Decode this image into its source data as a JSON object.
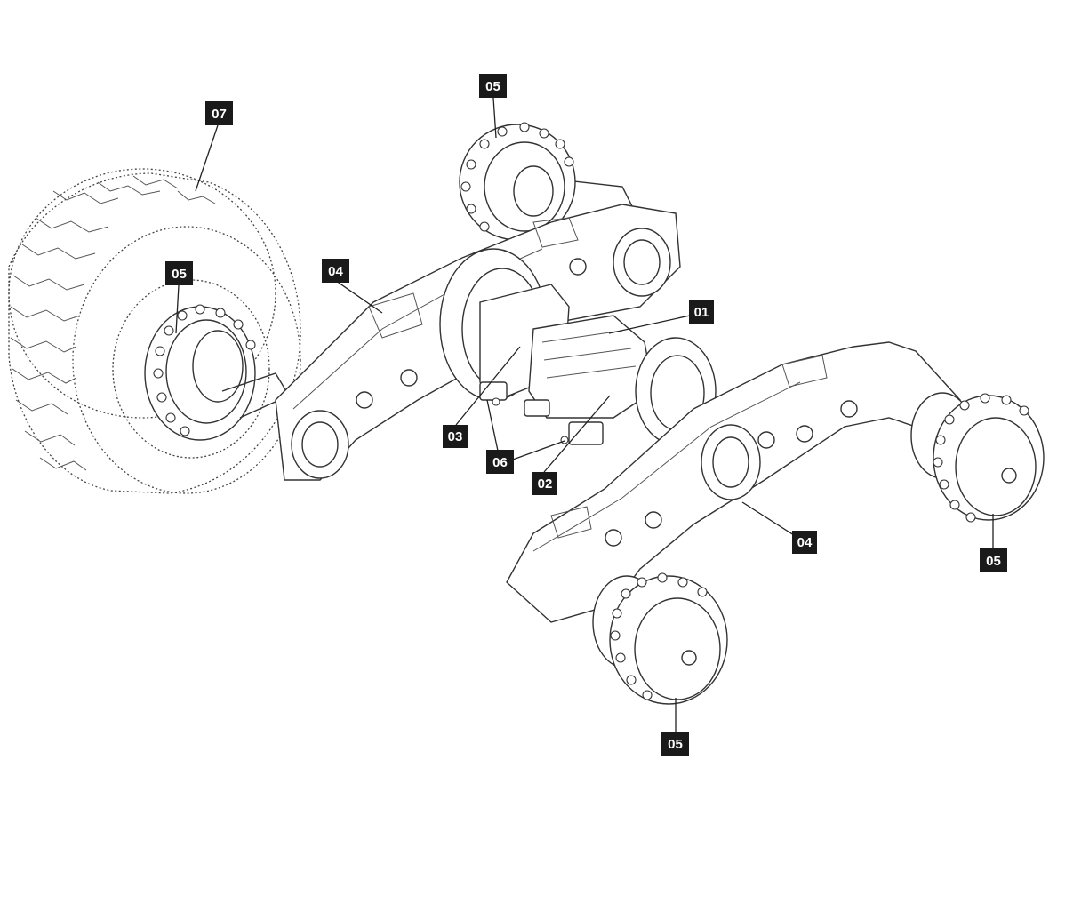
{
  "callouts": {
    "c01": "01",
    "c02": "02",
    "c03": "03",
    "c04a": "04",
    "c04b": "04",
    "c05_top": "05",
    "c05_left": "05",
    "c05_right": "05",
    "c05_bottom": "05",
    "c06": "06",
    "c07": "07"
  },
  "colors": {
    "callout_fill": "#1a1a1a",
    "callout_text": "#ffffff",
    "linework": "#333333"
  }
}
